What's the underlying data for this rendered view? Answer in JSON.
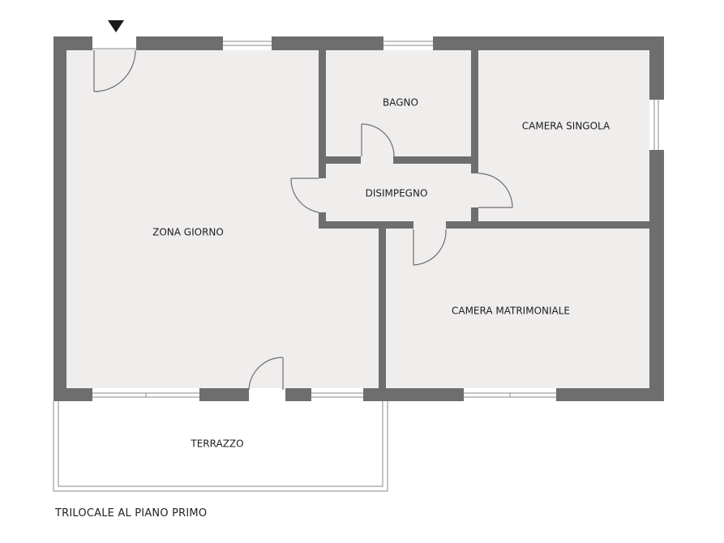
{
  "rooms": {
    "zona_giorno": "ZONA GIORNO",
    "bagno": "BAGNO",
    "camera_singola": "CAMERA SINGOLA",
    "disimpegno": "DISIMPEGNO",
    "camera_matrimoniale": "CAMERA MATRIMONIALE",
    "terrazzo": "TERRAZZO"
  },
  "caption": "TRILOCALE AL PIANO PRIMO",
  "colors": {
    "wall": "#6e6e6e",
    "floor": "#f0eded",
    "outline": "#8a8a8a"
  },
  "icons": {
    "entrance": "entrance-arrow-icon"
  }
}
